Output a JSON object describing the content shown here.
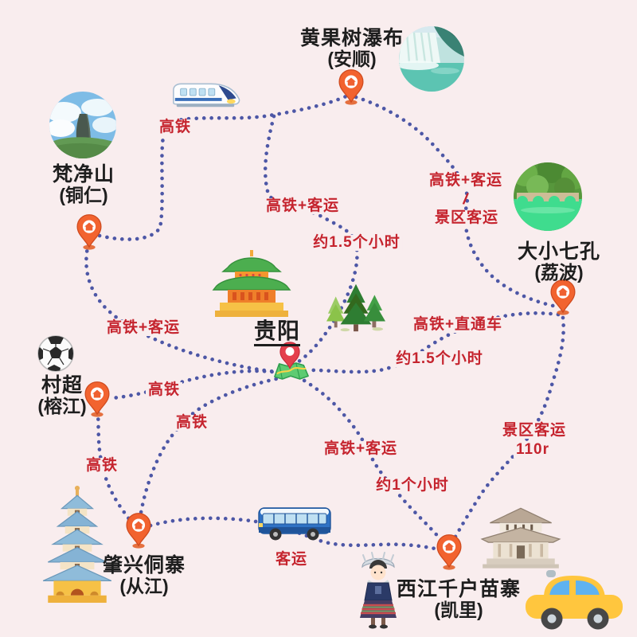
{
  "colors": {
    "background": "#f9edee",
    "route_dots": "#4d57a6",
    "label_red": "#c5242e",
    "text_black": "#1e1e1e",
    "pin_orange": "#f2632f",
    "pin_red": "#e4404d",
    "map_green": "#5ecb72"
  },
  "locations": [
    {
      "name": "黄果树瀑布",
      "sub": "(安顺)"
    },
    {
      "name": "梵净山",
      "sub": "(铜仁)"
    },
    {
      "name": "大小七孔",
      "sub": "(荔波)"
    },
    {
      "name": "贵阳",
      "sub": ""
    },
    {
      "name": "村超",
      "sub": "(榕江)"
    },
    {
      "name": "肇兴侗寨",
      "sub": "(从江)"
    },
    {
      "name": "西江千户苗寨",
      "sub": "(凯里)"
    }
  ],
  "route_labels": [
    {
      "text": "高铁"
    },
    {
      "text": "高铁+客运"
    },
    {
      "text": "约1.5个小时"
    },
    {
      "text": "高铁+客运"
    },
    {
      "text": "/"
    },
    {
      "text": "景区客运"
    },
    {
      "text": "高铁+直通车"
    },
    {
      "text": "约1.5个小时"
    },
    {
      "text": "高铁+客运"
    },
    {
      "text": "高铁"
    },
    {
      "text": "高铁"
    },
    {
      "text": "高铁"
    },
    {
      "text": "高铁+客运"
    },
    {
      "text": "约1个小时"
    },
    {
      "text": "景区客运"
    },
    {
      "text": "110r"
    },
    {
      "text": "客运"
    }
  ],
  "icons": {
    "photos": [
      "fanjingshan-mountain-photo",
      "huangguoshu-waterfall-photo",
      "daxiaoqikong-lakes-photo"
    ],
    "decorations": [
      "high-speed-train-icon",
      "palace-icon",
      "pine-trees-icon",
      "soccer-ball-icon",
      "pagoda-icon",
      "bus-icon",
      "miao-girl-icon",
      "temple-icon",
      "taxi-icon"
    ],
    "markers": [
      "location-pin-icon",
      "guiyang-pin-icon",
      "folded-map-icon"
    ]
  }
}
